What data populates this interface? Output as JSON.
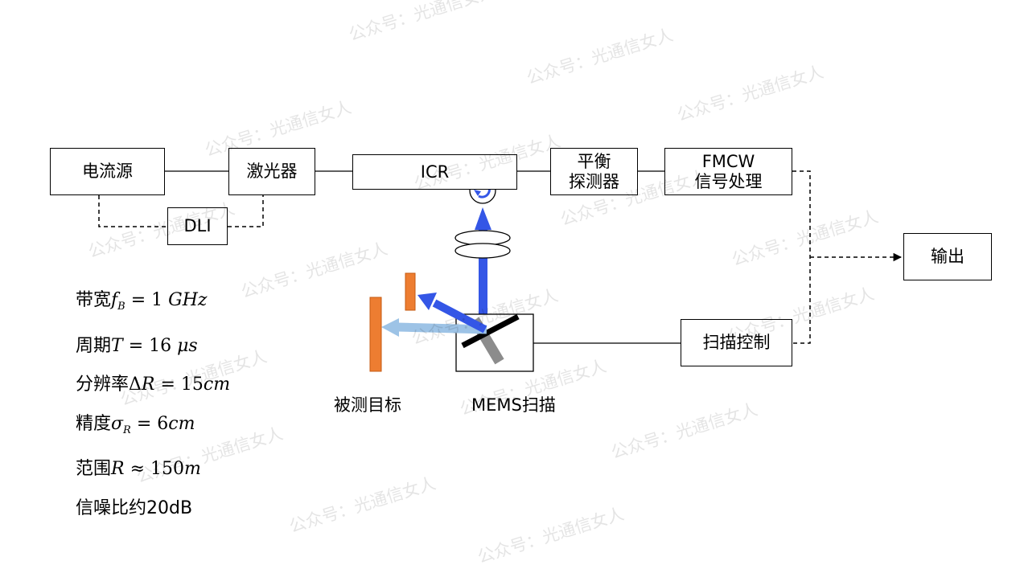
{
  "blocks": {
    "current_source": "电流源",
    "laser": "激光器",
    "dli": "DLI",
    "icr": "ICR",
    "balanced_detector": [
      "平衡",
      "探测器"
    ],
    "fmcw_processing": [
      "FMCW",
      "信号处理"
    ],
    "output": "输出",
    "scan_control": "扫描控制",
    "mems": "MEMS扫描",
    "target": "被测目标"
  },
  "specs": [
    {
      "prefix": "带宽",
      "math": "f_B = 1 GHz"
    },
    {
      "prefix": "周期",
      "math": "T = 16 μs"
    },
    {
      "prefix": "分辨率",
      "math": "ΔR = 15cm"
    },
    {
      "prefix": "精度",
      "math": "σ_R = 6cm"
    },
    {
      "prefix": "范围",
      "math": "R ≈ 150m"
    },
    {
      "prefix": "信噪比约20dB",
      "math": ""
    }
  ],
  "watermark": "公众号：光通信女人",
  "colors": {
    "beam_blue": "#3456e6",
    "beam_light": "#9dc3e6",
    "target_orange": "#ed7d31",
    "mirror_gray": "#8c8c8c"
  }
}
